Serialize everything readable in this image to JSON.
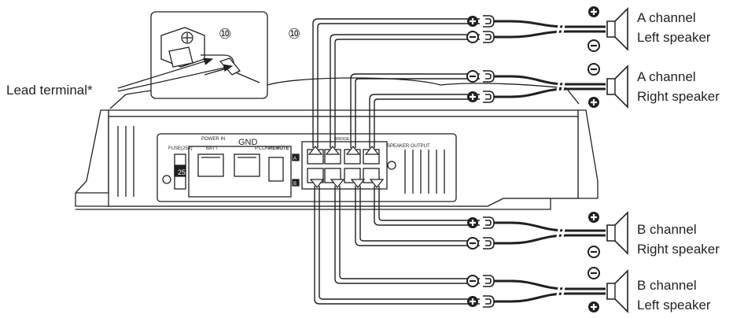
{
  "callouts": {
    "lead_terminal": "Lead terminal*",
    "ref_inset": "⑩",
    "ref_main": "⑩"
  },
  "amp": {
    "fuse_label": "FUSE(25A)",
    "fuse_value": "25",
    "power_in": "POWER IN",
    "batt": "BATT.",
    "gnd": "GND",
    "p_con": "P.CON",
    "remote": "REMOTE",
    "bridge": "BRIDGE",
    "speaker_output": "SPEAKER OUTPUT",
    "row_a": "A",
    "row_b": "B"
  },
  "speakers": [
    {
      "channel": "A channel",
      "side": "Left speaker"
    },
    {
      "channel": "A channel",
      "side": "Right speaker"
    },
    {
      "channel": "B channel",
      "side": "Right speaker"
    },
    {
      "channel": "B channel",
      "side": "Left speaker"
    }
  ],
  "colors": {
    "line": "#231f20",
    "wire_fill": "#ffffff",
    "background": "#ffffff"
  }
}
